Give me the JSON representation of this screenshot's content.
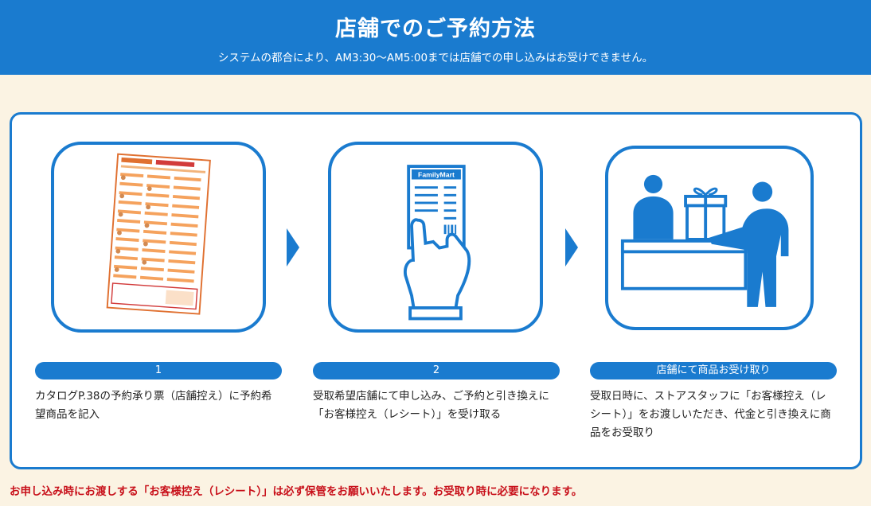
{
  "header": {
    "title": "店舗でのご予約方法",
    "subtitle": "システムの都合により、AM3:30〜AM5:00までは店舗での申し込みはお受けできません。"
  },
  "steps": [
    {
      "badge": "1",
      "description": "カタログP.38の予約承り票（店舗控え）に予約希望商品を記入",
      "image_icon": "order-form-icon"
    },
    {
      "badge": "2",
      "description": "受取希望店舗にて申し込み、ご予約と引き換えに「お客様控え（レシート）」を受け取る",
      "image_icon": "receipt-hand-icon",
      "receipt_brand": "FamilyMart"
    },
    {
      "badge": "店舗にて商品お受け取り",
      "description": "受取日時に、ストアスタッフに「お客様控え（レシート）」をお渡しいただき、代金と引き換えに商品をお受取り",
      "image_icon": "store-counter-icon"
    }
  ],
  "note": "お申し込み時にお渡しする「お客様控え（レシート）」は必ず保管をお願いいたします。お受取り時に必要になります。",
  "colors": {
    "primary": "#1a7bcf",
    "background": "#fbf3e3",
    "note": "#c8101a"
  }
}
